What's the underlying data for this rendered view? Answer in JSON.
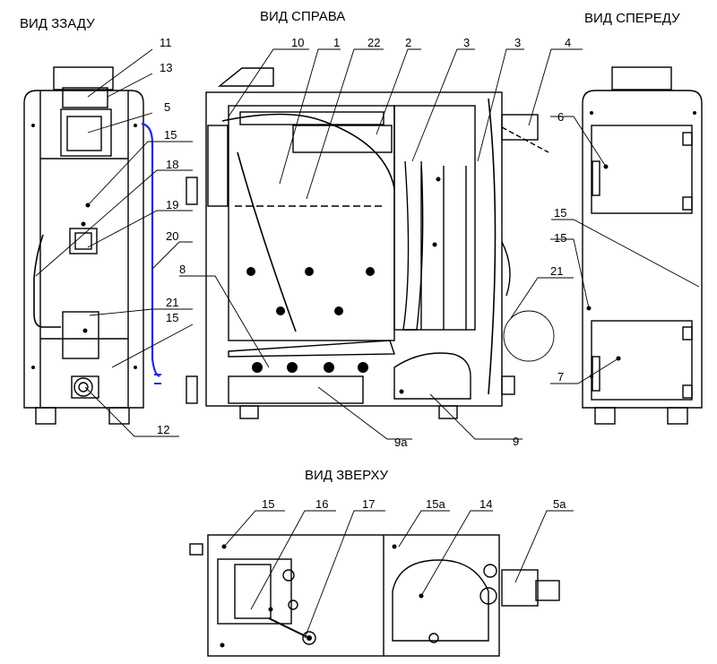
{
  "views": {
    "rear": "ВИД ЗЗАДУ",
    "right": "ВИД СПРАВА",
    "front": "ВИД СПЕРЕДУ",
    "top": "ВИД ЗВЕРХУ"
  },
  "callouts": {
    "rear": [
      "11",
      "13",
      "5",
      "15",
      "18",
      "19",
      "20",
      "21",
      "15",
      "12"
    ],
    "right": [
      "10",
      "1",
      "22",
      "2",
      "3",
      "3",
      "4",
      "8",
      "9а",
      "9"
    ],
    "front": [
      "6",
      "15",
      "15",
      "21",
      "7"
    ],
    "top": [
      "15",
      "16",
      "17",
      "15а",
      "14",
      "5а"
    ]
  },
  "colors": {
    "line": "#000000",
    "cable": "#1a2bd6"
  }
}
